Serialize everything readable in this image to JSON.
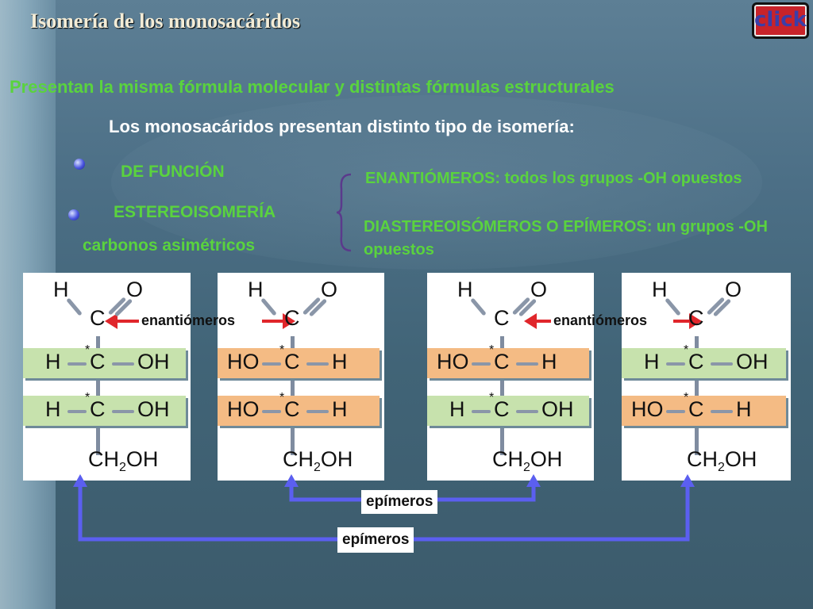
{
  "title": "Isomería de los monosacáridos",
  "click_label": "click",
  "line1": "Presentan la misma fórmula molecular y distintas fórmulas estructurales",
  "line2": "Los monosacáridos presentan distinto tipo de isomería:",
  "types": {
    "funcion": "DE FUNCIÓN",
    "estereo": "ESTEREOISOMERÍA",
    "asimetricos": "carbonos asimétricos"
  },
  "enantiomeros_text": "ENANTIÓMEROS: todos los grupos -OH opuestos",
  "diastereo_text": "DIASTEREOISÓMEROS O EPÍMEROS: un grupos -OH opuestos",
  "colors": {
    "green": "#5ad33e",
    "pink": "#e06ad8",
    "band_green": "#c7e2ad",
    "band_orange": "#f4bb84",
    "arrow": "#5b5ff0",
    "red": "#e0262b"
  },
  "structures": [
    {
      "top_h": "H",
      "top_o": "O",
      "c": "C",
      "row1": [
        "H",
        "C",
        "OH"
      ],
      "row2": [
        "H",
        "C",
        "OH"
      ],
      "bottom": "CH",
      "bottom_sub": "2",
      "bottom_end": "OH"
    },
    {
      "top_h": "H",
      "top_o": "O",
      "c": "C",
      "row1": [
        "HO",
        "C",
        "H"
      ],
      "row2": [
        "HO",
        "C",
        "H"
      ],
      "bottom": "CH",
      "bottom_sub": "2",
      "bottom_end": "OH"
    },
    {
      "top_h": "H",
      "top_o": "O",
      "c": "C",
      "row1": [
        "HO",
        "C",
        "H"
      ],
      "row2": [
        "H",
        "C",
        "OH"
      ],
      "bottom": "CH",
      "bottom_sub": "2",
      "bottom_end": "OH"
    },
    {
      "top_h": "H",
      "top_o": "O",
      "c": "C",
      "row1": [
        "H",
        "C",
        "OH"
      ],
      "row2": [
        "HO",
        "C",
        "H"
      ],
      "bottom": "CH",
      "bottom_sub": "2",
      "bottom_end": "OH"
    }
  ],
  "star": "*",
  "enant_label_1": "enantiómeros",
  "enant_label_2": "enantiómeros",
  "epim_label_1": "epímeros",
  "epim_label_2": "epímeros"
}
